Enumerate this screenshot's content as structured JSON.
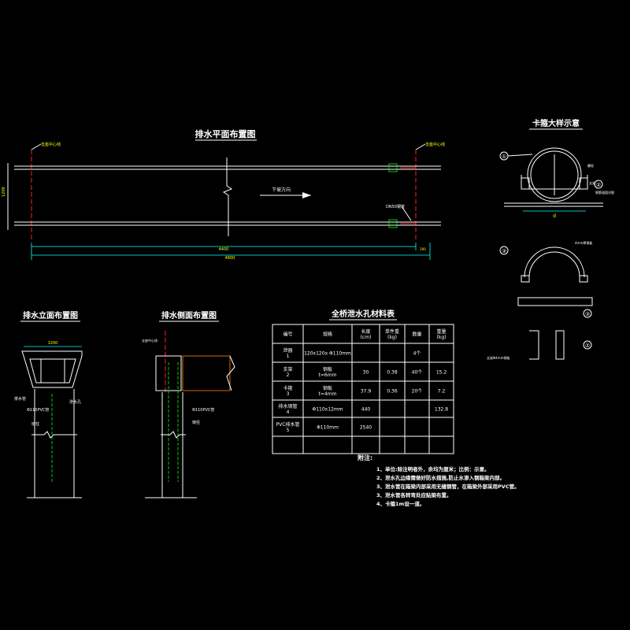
{
  "plan": {
    "title": "排水平面布置图",
    "pier_left": "支座中心线",
    "pier_right": "支座中心线",
    "flow_label": "下坡方向",
    "pipe_label": "DN50钢管",
    "dim_total": "4800",
    "dim_inner": "4400",
    "dim_side": "200",
    "dim_width": "1200"
  },
  "clamp_detail": {
    "title": "卡箍大样示意",
    "tag1": "①",
    "tag2": "②",
    "tag3": "③",
    "dim_d": "d",
    "lbl_bolt": "螺栓",
    "lbl_support": "支架",
    "lbl_anchor": "钢筋锚固详图",
    "lbl_plate": "4mm厚钢板"
  },
  "elevation": {
    "title": "排水立面布置图",
    "dim_top": "1200",
    "lbl_drain": "排水管",
    "lbl_hole": "泄水孔",
    "lbl_pipe": "Φ110PVC管",
    "lbl_pier": "墩柱"
  },
  "side": {
    "title": "排水侧面布置图",
    "lbl_center": "支座中心线",
    "lbl_pipe": "Φ110PVC管",
    "lbl_pier": "墩柱"
  },
  "table": {
    "title": "全桥泄水孔材料表",
    "headers": [
      "编号",
      "规格",
      "长度\n(cm)",
      "单件重\n(kg)",
      "数量",
      "重量\n(kg)"
    ],
    "rows": [
      [
        "泄器\n1",
        "120x120x Φ110mm",
        "",
        "",
        "4个",
        ""
      ],
      [
        "支架\n2",
        "钢板\nt=6mm",
        "30",
        "0.38",
        "40个",
        "15.2"
      ],
      [
        "卡箍\n3",
        "钢板\nt=4mm",
        "37.9",
        "0.36",
        "20个",
        "7.2"
      ],
      [
        "排水钢管\n4",
        "Φ110x12mm",
        "440",
        "",
        "",
        "132.8"
      ],
      [
        "PVC排水管\n5",
        "Φ110mm",
        "2540",
        "",
        "",
        ""
      ]
    ]
  },
  "notes": {
    "title": "附注:",
    "items": [
      "1、单位:除注明者外，余均为厘米；比例：示意。",
      "2、泄水孔边缘需做好防水措施,防止水渗入钢箱梁内部。",
      "3、泄水管在箱梁内部采用无缝钢管，在箱梁外部采用PVC管。",
      "3、泄水管各转弯处应贴梁布置。",
      "4、卡箍1m设一道。"
    ]
  }
}
